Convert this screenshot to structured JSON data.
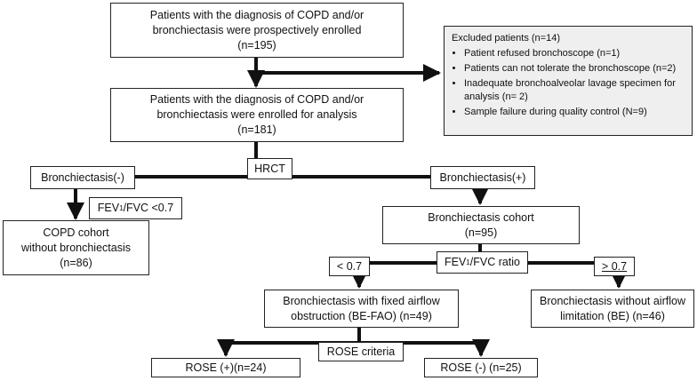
{
  "enrolled": {
    "line1": "Patients with the diagnosis of COPD and/or",
    "line2": "bronchiectasis were prospectively enrolled",
    "n": "(n=195)"
  },
  "analysis": {
    "line1": "Patients with the diagnosis of COPD and/or",
    "line2": "bronchiectasis were enrolled for analysis",
    "n": "(n=181)"
  },
  "excluded": {
    "title": "Excluded patients (n=14)",
    "items": [
      "Patient refused bronchoscope (n=1)",
      "Patients can not tolerate the bronchoscope (n=2)",
      "Inadequate bronchoalveolar lavage specimen for analysis (n= 2)",
      "Sample failure during quality control (N=9)"
    ]
  },
  "hrct": "HRCT",
  "bronch_neg": "Bronchiectasis(-)",
  "bronch_pos": "Bronchiectasis(+)",
  "fev_threshold": {
    "fev": "FEV",
    "sub": "1",
    "rest": "/FVC <0.7"
  },
  "copd_cohort": {
    "line1": "COPD cohort",
    "line2": "without bronchiectasis",
    "n": "(n=86)"
  },
  "bronch_cohort": {
    "line1": "Bronchiectasis cohort",
    "n": "(n=95)"
  },
  "fev_ratio": {
    "fev": "FEV",
    "sub": "1",
    "rest": "/FVC ratio"
  },
  "lt": "< 0.7",
  "ge": "> 0.7",
  "be_fao": {
    "line1": "Bronchiectasis with fixed airflow",
    "line2": "obstruction (BE-FAO) (n=49)"
  },
  "be": {
    "line1": "Bronchiectasis without airflow",
    "line2": "limitation (BE) (n=46)"
  },
  "rose_criteria": "ROSE criteria",
  "rose_pos": "ROSE (+)(n=24)",
  "rose_neg": "ROSE (-) (n=25)"
}
